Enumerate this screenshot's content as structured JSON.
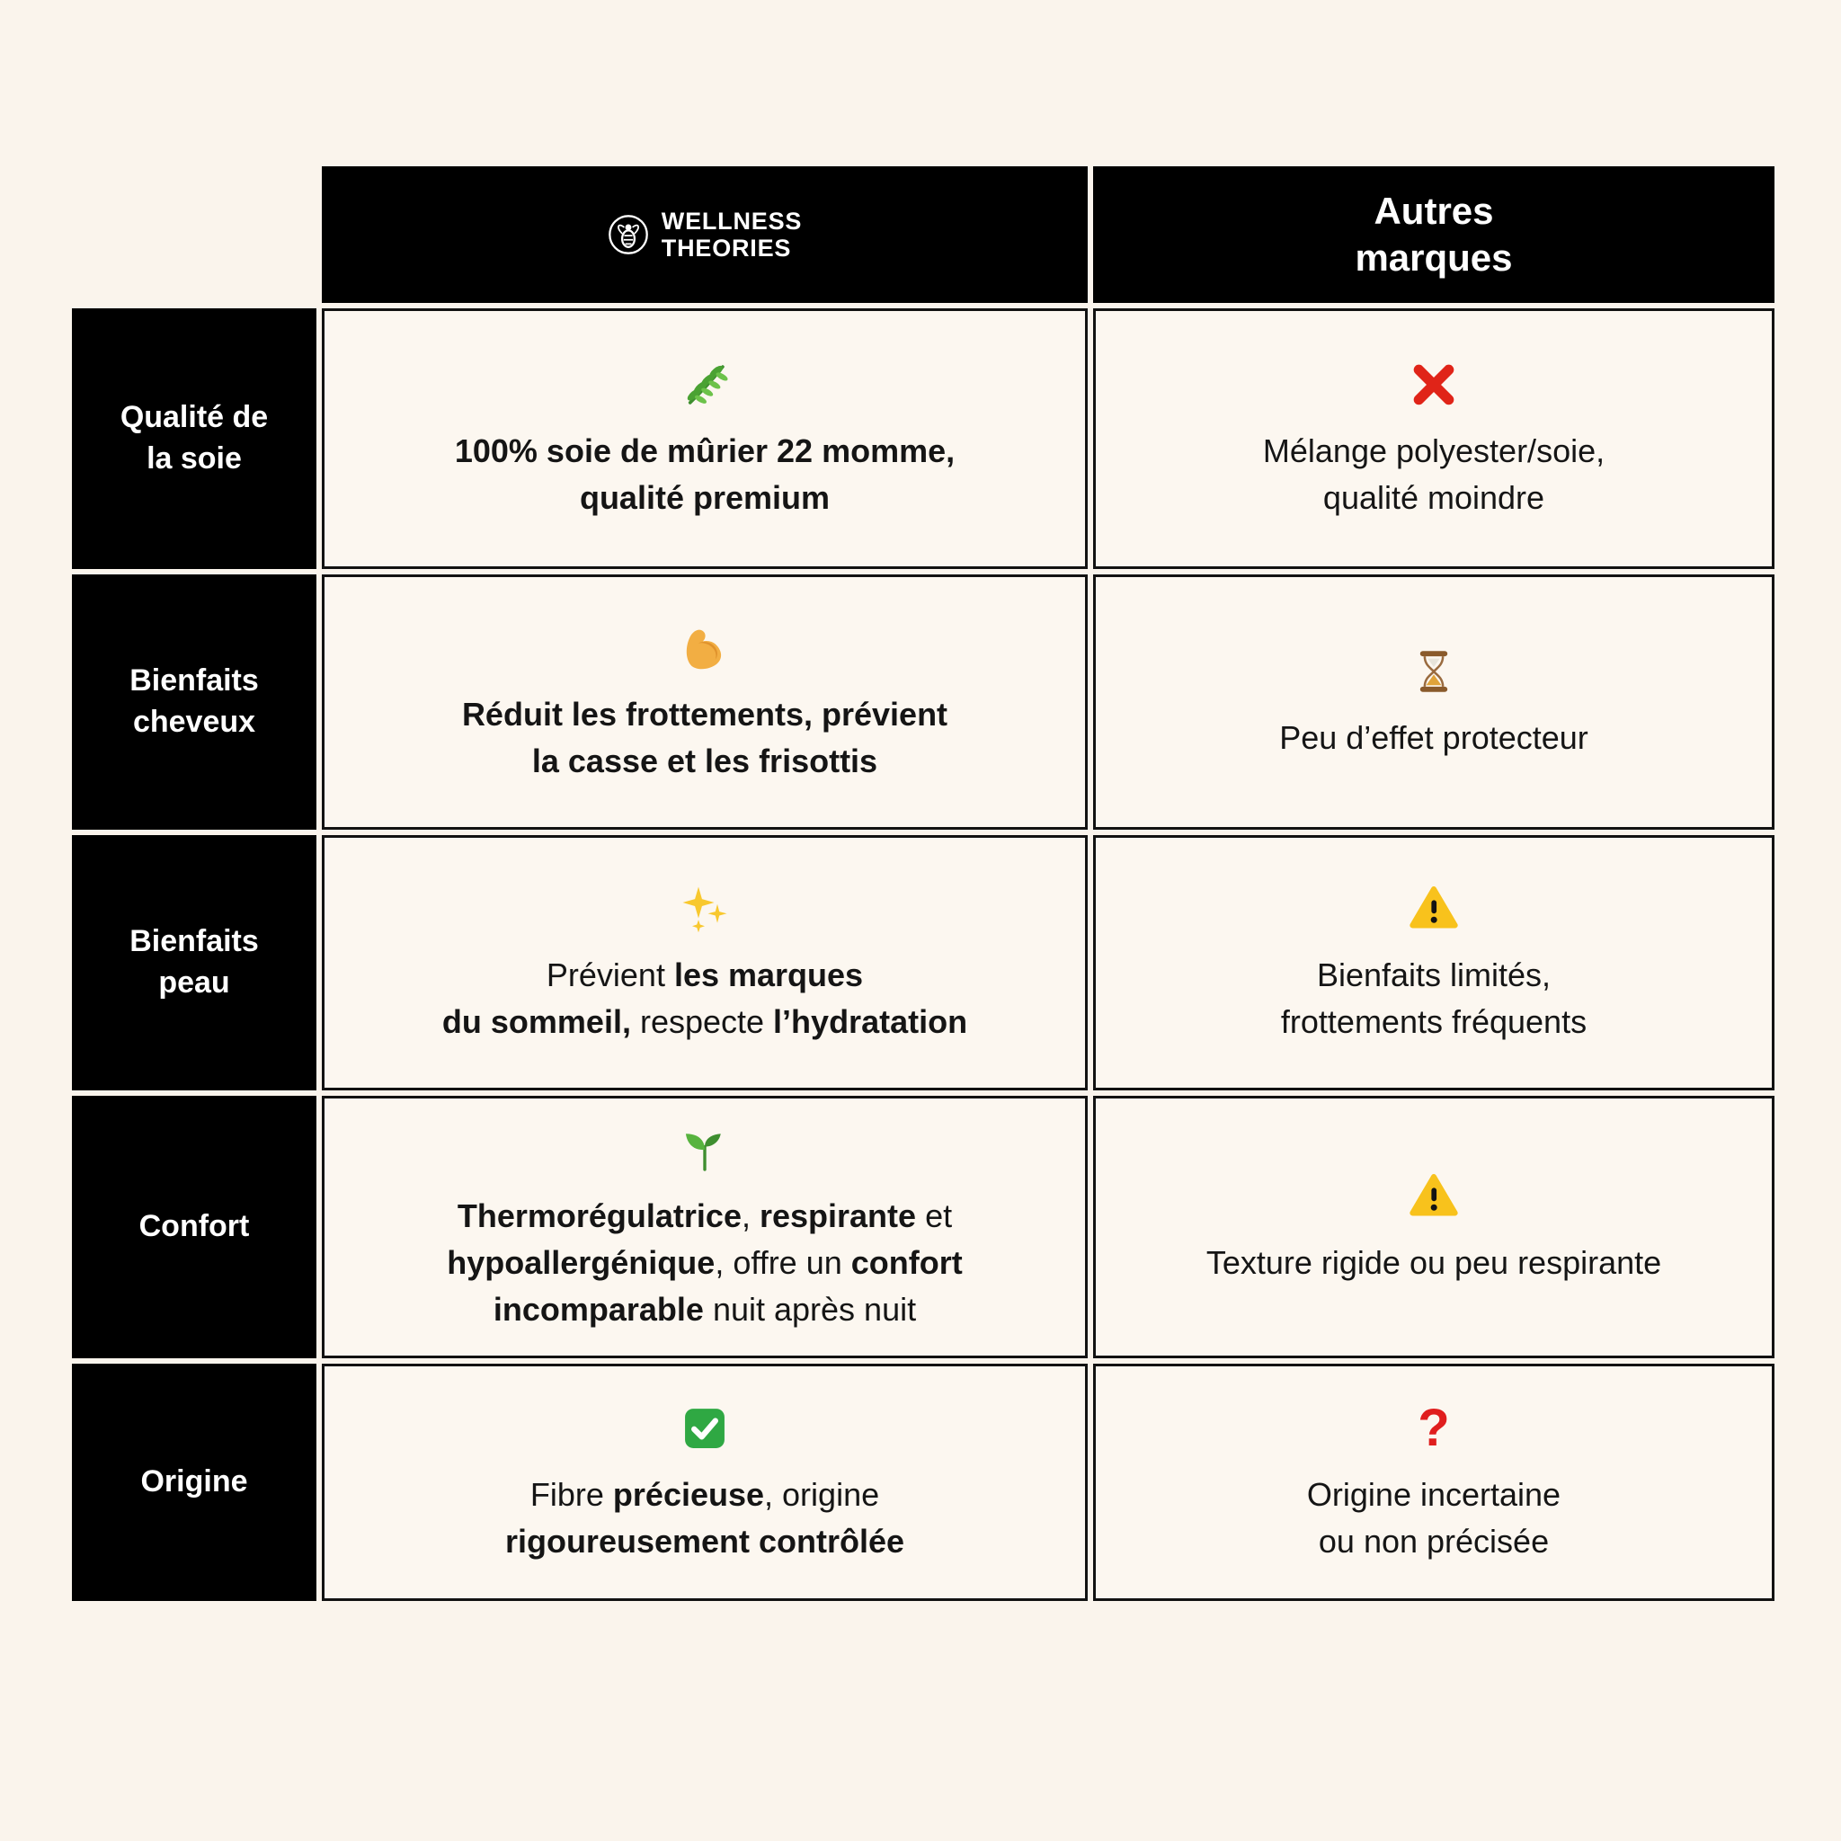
{
  "page": {
    "background_color": "#faf4ec",
    "panel_black": "#000000",
    "cell_cream": "#fcf7f0"
  },
  "header": {
    "brand": {
      "logo_icon": "bee-logo-icon",
      "name_line1": "WELLNESS",
      "name_line2": "THEORIES"
    },
    "other": {
      "title": "Autres\nmarques"
    }
  },
  "rows": [
    {
      "label": "Qualité de\nla soie",
      "wellness": {
        "icon": "herb-icon",
        "segments": [
          {
            "t": "100% soie de mûrier 22 momme,\nqualité premium",
            "b": true
          }
        ]
      },
      "others": {
        "icon": "cross-mark-icon",
        "text": "Mélange polyester/soie,\nqualité moindre"
      }
    },
    {
      "label": "Bienfaits\ncheveux",
      "wellness": {
        "icon": "flexed-biceps-icon",
        "segments": [
          {
            "t": "Réduit les frottements, prévient\nla casse et les frisottis",
            "b": true
          }
        ]
      },
      "others": {
        "icon": "hourglass-icon",
        "text": "Peu d’effet protecteur"
      }
    },
    {
      "label": "Bienfaits\npeau",
      "wellness": {
        "icon": "sparkles-icon",
        "segments": [
          {
            "t": "Prévient ",
            "b": false
          },
          {
            "t": "les marques\ndu sommeil,",
            "b": true
          },
          {
            "t": " respecte ",
            "b": false
          },
          {
            "t": "l’hydratation",
            "b": true
          }
        ]
      },
      "others": {
        "icon": "warning-icon",
        "text": "Bienfaits limités,\nfrottements fréquents"
      }
    },
    {
      "label": "Confort",
      "wellness": {
        "icon": "seedling-icon",
        "segments": [
          {
            "t": "Thermorégulatrice",
            "b": true
          },
          {
            "t": ", ",
            "b": false
          },
          {
            "t": "respirante",
            "b": true
          },
          {
            "t": " et\n",
            "b": false
          },
          {
            "t": "hypoallergénique",
            "b": true
          },
          {
            "t": ", offre un ",
            "b": false
          },
          {
            "t": "confort\nincomparable",
            "b": true
          },
          {
            "t": " nuit après nuit",
            "b": false
          }
        ]
      },
      "others": {
        "icon": "warning-icon",
        "text": "Texture rigide ou peu respirante"
      }
    },
    {
      "label": "Origine",
      "wellness": {
        "icon": "check-mark-icon",
        "segments": [
          {
            "t": "Fibre ",
            "b": false
          },
          {
            "t": "précieuse",
            "b": true
          },
          {
            "t": ", origine\n",
            "b": false
          },
          {
            "t": "rigoureusement contrôlée",
            "b": true
          }
        ]
      },
      "others": {
        "icon": "question-mark-icon",
        "question_glyph": "?",
        "text": "Origine incertaine\nou non précisée"
      }
    }
  ]
}
